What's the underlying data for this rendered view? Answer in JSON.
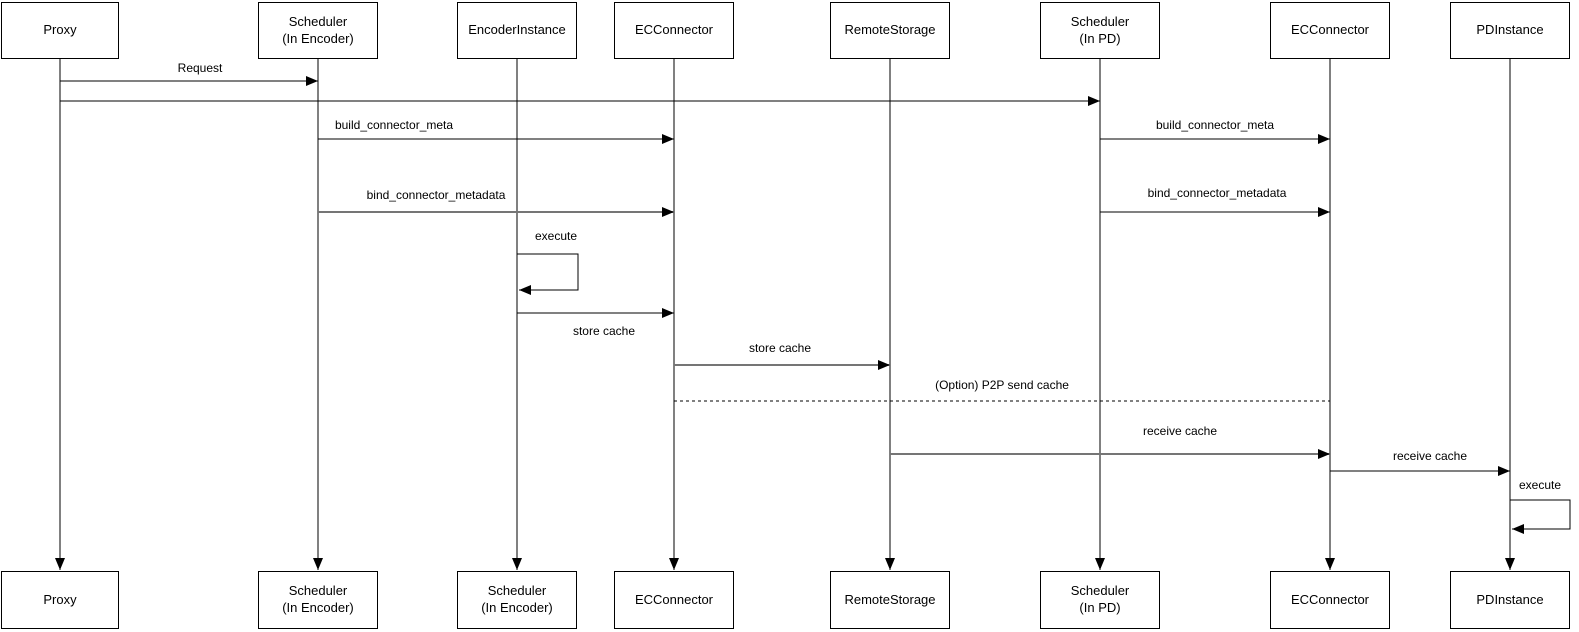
{
  "participants": {
    "top": [
      {
        "label": "Proxy"
      },
      {
        "label": "Scheduler\n(In Encoder)"
      },
      {
        "label": "EncoderInstance"
      },
      {
        "label": "ECConnector"
      },
      {
        "label": "RemoteStorage"
      },
      {
        "label": "Scheduler\n(In PD)"
      },
      {
        "label": "ECConnector"
      },
      {
        "label": "PDInstance"
      }
    ],
    "bottom": [
      {
        "label": "Proxy"
      },
      {
        "label": "Scheduler\n(In Encoder)"
      },
      {
        "label": "Scheduler\n(In Encoder)"
      },
      {
        "label": "ECConnector"
      },
      {
        "label": "RemoteStorage"
      },
      {
        "label": "Scheduler\n(In PD)"
      },
      {
        "label": "ECConnector"
      },
      {
        "label": "PDInstance"
      }
    ]
  },
  "messages": [
    {
      "label": "Request",
      "from": "Proxy",
      "to": "Scheduler (In Encoder)",
      "style": "solid"
    },
    {
      "label": "",
      "from": "Proxy",
      "to": "Scheduler (In PD)",
      "style": "solid"
    },
    {
      "label": "build_connector_meta",
      "from": "Scheduler (In Encoder)",
      "to": "ECConnector",
      "style": "solid"
    },
    {
      "label": "build_connector_meta",
      "from": "Scheduler (In PD)",
      "to": "ECConnector",
      "style": "solid"
    },
    {
      "label": "bind_connector_metadata",
      "from": "Scheduler (In Encoder)",
      "to": "ECConnector",
      "style": "solid"
    },
    {
      "label": "bind_connector_metadata",
      "from": "Scheduler (In PD)",
      "to": "ECConnector",
      "style": "solid"
    },
    {
      "label": "execute",
      "from": "EncoderInstance",
      "to": "EncoderInstance",
      "style": "self-loop"
    },
    {
      "label": "store cache",
      "from": "EncoderInstance",
      "to": "ECConnector",
      "style": "solid"
    },
    {
      "label": "store cache",
      "from": "ECConnector",
      "to": "RemoteStorage",
      "style": "solid"
    },
    {
      "label": "(Option) P2P send cache",
      "from": "ECConnector",
      "to": "ECConnector",
      "style": "dashed"
    },
    {
      "label": "receive cache",
      "from": "RemoteStorage",
      "to": "ECConnector",
      "style": "solid"
    },
    {
      "label": "receive cache",
      "from": "ECConnector",
      "to": "PDInstance",
      "style": "solid"
    },
    {
      "label": "execute",
      "from": "PDInstance",
      "to": "PDInstance",
      "style": "self-loop"
    }
  ],
  "colors": {
    "stroke": "#000000",
    "stroke_soft": "#757575",
    "background": "#ffffff"
  }
}
